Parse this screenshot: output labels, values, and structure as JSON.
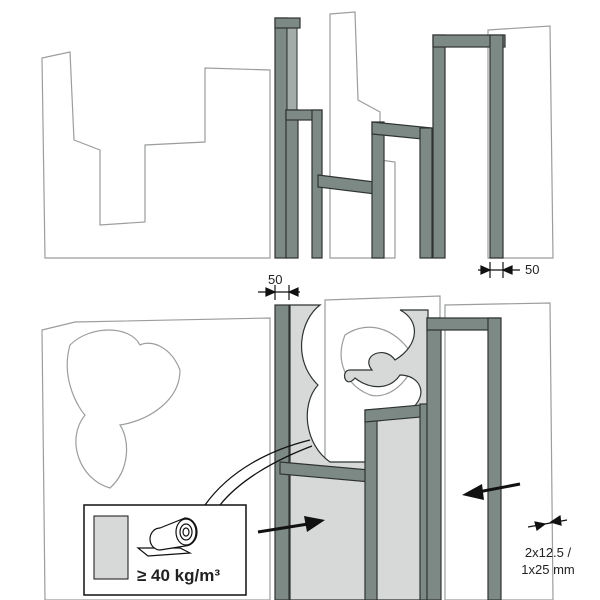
{
  "top_section": {
    "dimension_label": "50"
  },
  "bottom_section": {
    "dimension_label_top": "50",
    "board_label_line1": "2x12.5 /",
    "board_label_line2": "1x25 mm",
    "insulation_callout": {
      "density_label": "≥ 40 kg/m³"
    }
  },
  "colors": {
    "stud": "#7d8985",
    "plate": "#d6d9d7",
    "board_outline": "#9a9e9c"
  }
}
